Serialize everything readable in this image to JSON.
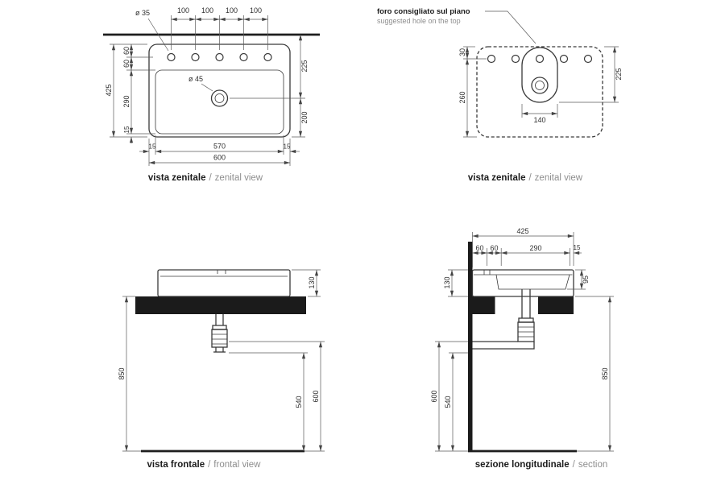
{
  "captions": {
    "top_left": {
      "bold": "vista zenitale",
      "sep": "/",
      "light": "zenital view"
    },
    "top_right": {
      "bold": "vista zenitale",
      "sep": "/",
      "light": "zenital view"
    },
    "bottom_left": {
      "bold": "vista frontale",
      "sep": "/",
      "light": "frontal view"
    },
    "bottom_right": {
      "bold": "sezione longitudinale",
      "sep": "/",
      "light": "section"
    }
  },
  "note": {
    "line1": "foro consigliato sul piano",
    "line2": "suggested hole on the top"
  },
  "plan_view": {
    "spacing": [
      "100",
      "100",
      "100",
      "100"
    ],
    "faucet_diameter": "ø 35",
    "drain_diameter": "ø 45",
    "h425": "425",
    "d60a": "60",
    "d60b": "60",
    "d290": "290",
    "d15": "15",
    "r225": "225",
    "r200": "200",
    "b15a": "15",
    "b570": "570",
    "b15b": "15",
    "b600": "600"
  },
  "cutout_view": {
    "t30": "30",
    "l260": "260",
    "r225": "225",
    "w140": "140"
  },
  "front_view": {
    "s130": "130",
    "h850": "850",
    "h600": "600",
    "h540": "540"
  },
  "section_view": {
    "w425": "425",
    "s60a": "60",
    "s60b": "60",
    "s290": "290",
    "s15": "15",
    "l130": "130",
    "r95": "95",
    "h850": "850",
    "h600": "600",
    "h540": "540"
  },
  "colors": {
    "line": "#3a3a3a",
    "counter_fill": "#1b1b1b",
    "dim_text": "#2f2f2f",
    "muted_text": "#8e8e8e"
  }
}
